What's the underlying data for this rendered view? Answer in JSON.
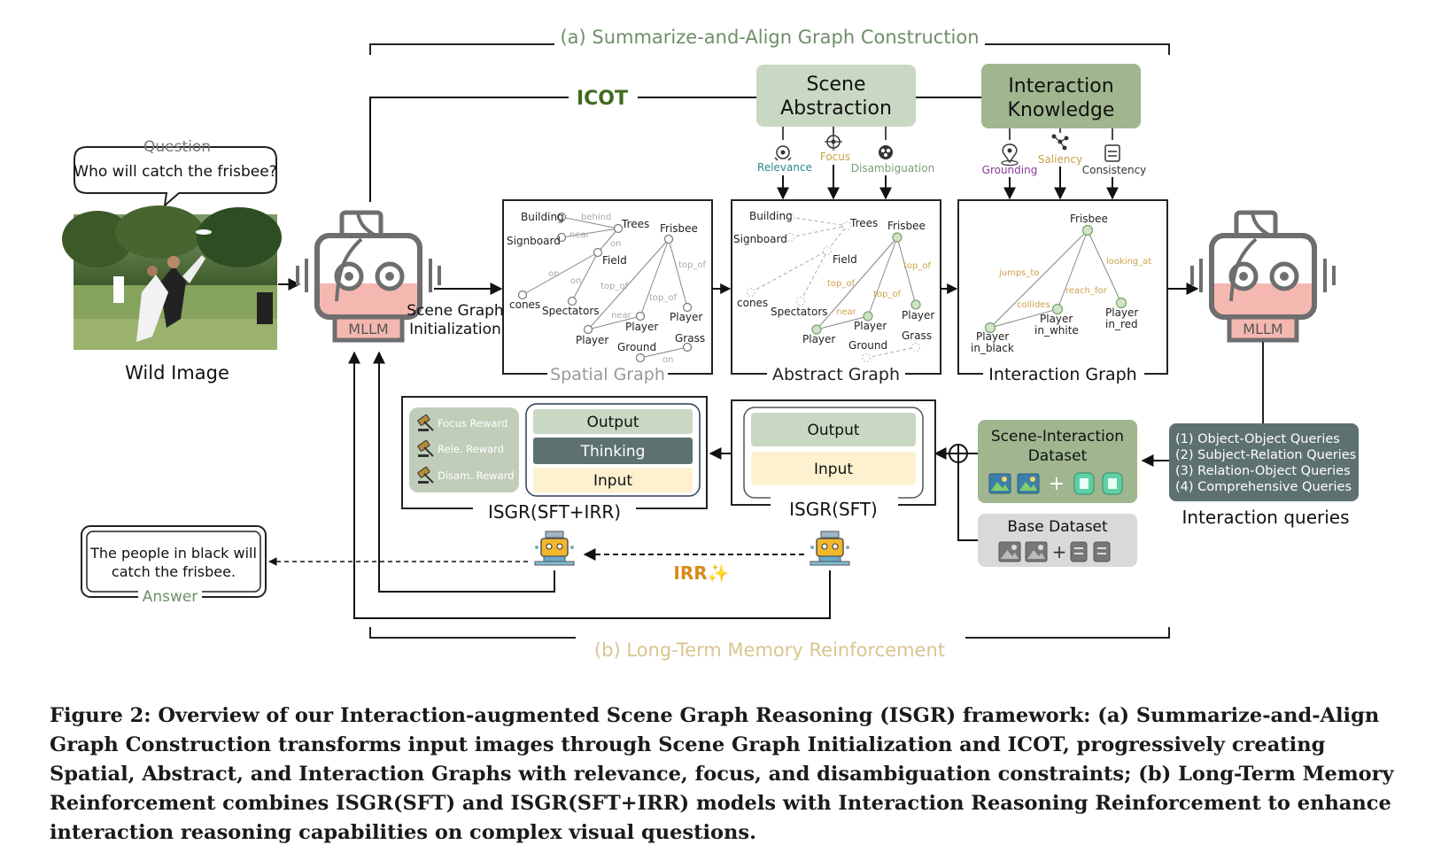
{
  "section_a": {
    "title": "(a) Summarize-and-Align Graph Construction"
  },
  "section_b": {
    "title": "(b) Long-Term Memory Reinforcement"
  },
  "question": {
    "label": "Question",
    "text": "Who will catch the frisbee?"
  },
  "wild_image": {
    "label": "Wild Image"
  },
  "mllm": {
    "label": "MLLM"
  },
  "icot": {
    "label": "ICOT"
  },
  "scene_graph_init": {
    "line1": "Scene Graph",
    "line2": "Initialization"
  },
  "scene_abstraction": {
    "line1": "Scene",
    "line2": "Abstraction",
    "items": [
      {
        "label": "Relevance",
        "color": "#2a8a8a"
      },
      {
        "label": "Focus",
        "color": "#c9a24a"
      },
      {
        "label": "Disambiguation",
        "color": "#7a9a7a"
      }
    ]
  },
  "interaction_knowledge": {
    "line1": "Interaction",
    "line2": "Knowledge",
    "items": [
      {
        "label": "Grounding",
        "color": "#8a3a9a"
      },
      {
        "label": "Saliency",
        "color": "#c9a24a"
      },
      {
        "label": "Consistency",
        "color": "#333333"
      }
    ]
  },
  "spatial_graph": {
    "title": "Spatial Graph",
    "nodes": [
      "Building",
      "Trees",
      "Frisbee",
      "Signboard",
      "Field",
      "cones",
      "Spectators",
      "Player",
      "Player",
      "Ground",
      "Grass",
      "Player"
    ],
    "edges": [
      "behind",
      "near",
      "on",
      "on",
      "on",
      "top_of",
      "top_of",
      "top_of",
      "near",
      "on"
    ]
  },
  "abstract_graph": {
    "title": "Abstract Graph",
    "nodes": [
      "Building",
      "Trees",
      "Frisbee",
      "Signboard",
      "Field",
      "cones",
      "Spectators",
      "Player",
      "Player",
      "Ground",
      "Grass",
      "Player"
    ],
    "edges": [
      "top_of",
      "top_of",
      "near",
      "top_of"
    ]
  },
  "interaction_graph": {
    "title": "Interaction Graph",
    "nodes": [
      "Frisbee",
      "Player",
      "in_black",
      "Player",
      "in_white",
      "Player",
      "in_red"
    ],
    "edges": [
      "jumps_to",
      "collides",
      "reach_for",
      "looking_at"
    ]
  },
  "queries": {
    "items": [
      "(1) Object-Object Queries",
      "(2) Subject-Relation Queries",
      "(3) Relation-Object Queries",
      "(4) Comprehensive Queries"
    ],
    "label": "Interaction queries"
  },
  "scene_interaction_dataset": {
    "line1": "Scene-Interaction",
    "line2": "Dataset"
  },
  "base_dataset": {
    "label": "Base Dataset"
  },
  "isgr_sft": {
    "label": "ISGR(SFT)",
    "output": "Output",
    "input": "Input"
  },
  "isgr_sft_irr": {
    "label": "ISGR(SFT+IRR)",
    "output": "Output",
    "thinking": "Thinking",
    "input": "Input",
    "rewards": [
      "Focus Reward",
      "Rele. Reward",
      "Disam. Reward"
    ]
  },
  "irr": {
    "label": "IRR✨"
  },
  "answer": {
    "label": "Answer",
    "line1": "The people in black will",
    "line2": "catch the frisbee."
  },
  "caption": "Figure 2: Overview of our Interaction-augmented Scene Graph Reasoning (ISGR) framework: (a) Summarize-and-Align Graph Construction transforms input images through Scene Graph Initialization and ICOT, progressively creating Spatial, Abstract, and Interaction Graphs with relevance, focus, and disambiguation constraints; (b) Long-Term Memory Reinforcement combines ISGR(SFT) and ISGR(SFT+IRR) models with Interaction Reasoning Reinforcement to enhance interaction reasoning capabilities on complex visual questions.",
  "colors": {
    "light_green": "#c8d8c2",
    "mid_green": "#9fb68f",
    "dark_green": "#718a6a",
    "slate": "#5d7170",
    "cream": "#fdf1cf",
    "pink": "#f4b8b0",
    "olive_text": "#3f6b1c",
    "gold_text": "#cdb36e"
  }
}
